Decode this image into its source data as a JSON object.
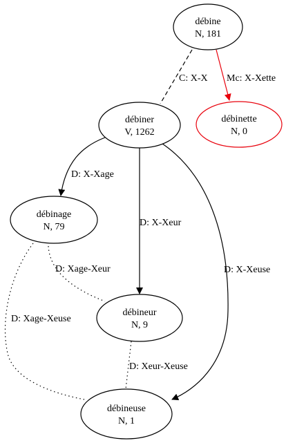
{
  "colors": {
    "default": "#000000",
    "highlight": "#e8000b"
  },
  "nodes": {
    "debine": {
      "word": "débine",
      "info": "N, 181"
    },
    "debiner": {
      "word": "débiner",
      "info": "V, 1262"
    },
    "debinette": {
      "word": "débinette",
      "info": "N, 0"
    },
    "debinage": {
      "word": "débinage",
      "info": "N, 79"
    },
    "debineur": {
      "word": "débineur",
      "info": "N, 9"
    },
    "debineuse": {
      "word": "débineuse",
      "info": "N, 1"
    }
  },
  "edges": {
    "debine_debiner": {
      "label": "C: X-X",
      "style": "dashed"
    },
    "debine_debinette": {
      "label": "Mc: X-Xette",
      "style": "solid-red"
    },
    "debiner_debinage": {
      "label": "D: X-Xage",
      "style": "solid"
    },
    "debiner_debineur": {
      "label": "D: X-Xeur",
      "style": "solid"
    },
    "debiner_debineuse": {
      "label": "D: X-Xeuse",
      "style": "solid"
    },
    "debinage_debineur": {
      "label": "D: Xage-Xeur",
      "style": "dotted"
    },
    "debinage_debineuse": {
      "label": "D: Xage-Xeuse",
      "style": "dotted"
    },
    "debineur_debineuse": {
      "label": "D: Xeur-Xeuse",
      "style": "dotted"
    }
  }
}
